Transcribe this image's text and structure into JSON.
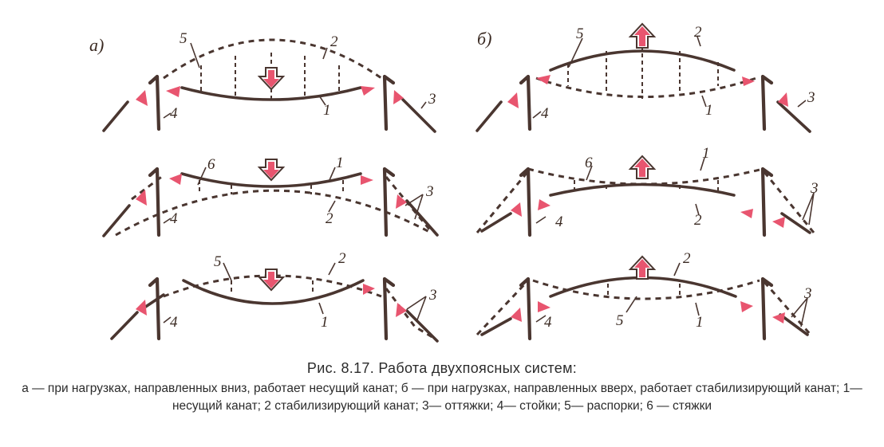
{
  "figure": {
    "panels": [
      {
        "id": "a",
        "label": "а)"
      },
      {
        "id": "b",
        "label": "б)"
      }
    ],
    "callouts": [
      "1",
      "2",
      "3",
      "4",
      "5",
      "6"
    ],
    "colors": {
      "structure": "#4a3630",
      "force": "#e8556f"
    }
  },
  "caption": {
    "title": "Рис. 8.17. Работа двухпоясных систем:",
    "text": "а — при нагрузках, направленных вниз, работает несущий канат; б — при нагрузках, направленных вверх, работает стабилизирующий канат; 1— несущий канат; 2 стабилизирующий канат; 3— оттяжки; 4— стойки; 5— распорки; 6 — стяжки"
  }
}
